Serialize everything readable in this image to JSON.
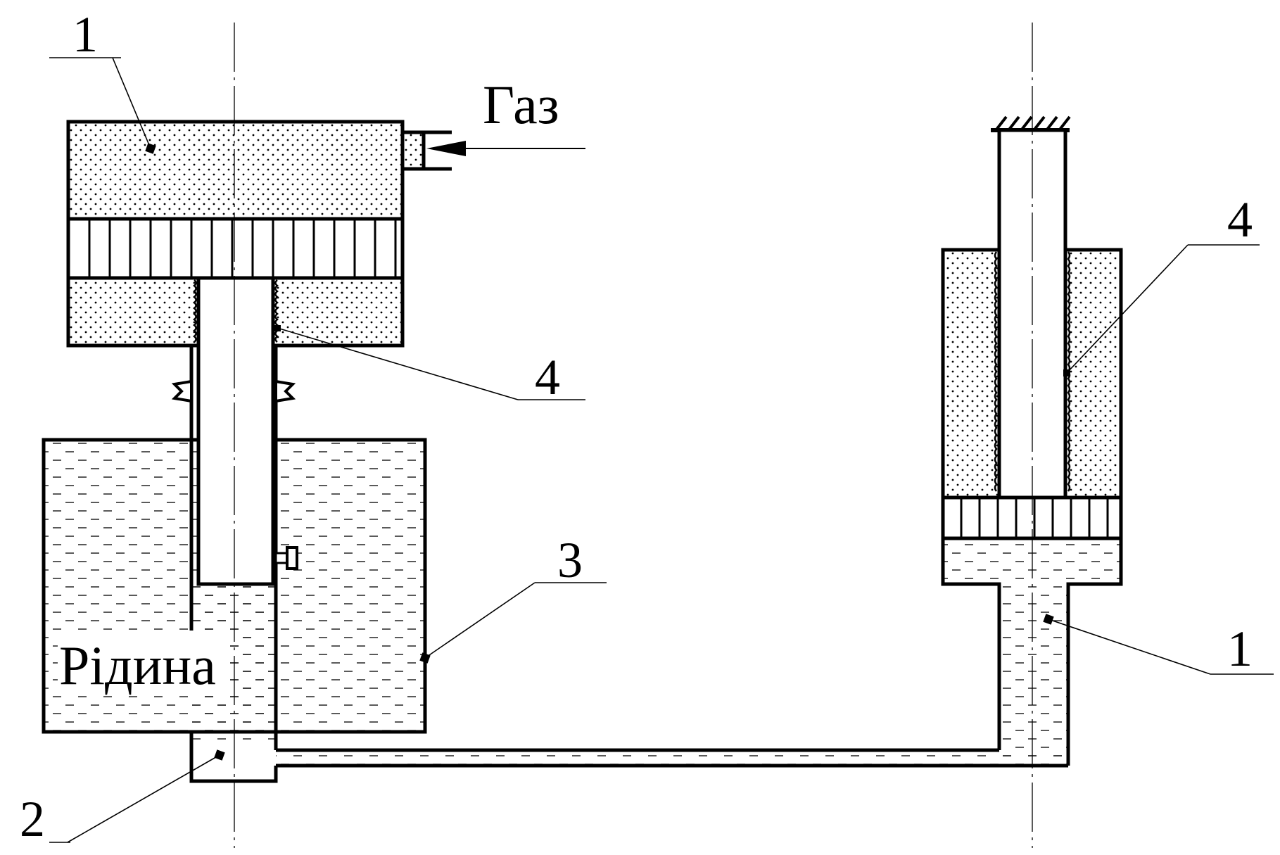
{
  "labels": {
    "gas": "Газ",
    "liquid": "Рідина",
    "callout_1_top": "1",
    "callout_4_mid": "4",
    "callout_3": "3",
    "callout_2": "2",
    "callout_4_right": "4",
    "callout_1_right": "1"
  },
  "colors": {
    "stroke": "#000000",
    "background": "#ffffff",
    "gas_dots": "#000000",
    "liquid_dashes": "#000000"
  }
}
